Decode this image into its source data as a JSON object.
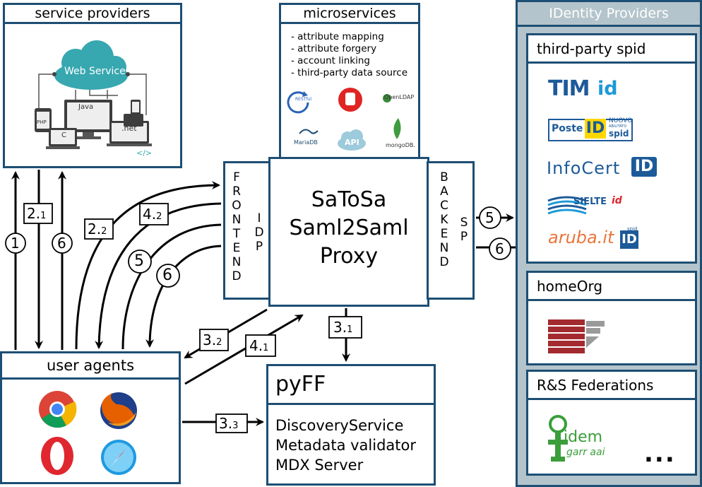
{
  "service_providers": {
    "title": "service providers",
    "cloud_label": "Web Service",
    "java": "Java",
    "php": "PHP",
    "c": "C",
    "net": ".net",
    "code_tag": "</>"
  },
  "microservices": {
    "title": "microservices",
    "items": [
      "- attribute mapping",
      "- attribute forgery",
      "- account linking",
      "- third-party data source"
    ],
    "logos": {
      "restful": "RESTful",
      "openldap": "OpenLDAP",
      "mariadb": "MariaDB",
      "api": "API",
      "mongodb": "mongoDB."
    }
  },
  "proxy": {
    "line1": "SaToSa",
    "line2": "Saml2Saml",
    "line3": "Proxy"
  },
  "frontend": {
    "word": [
      "F",
      "R",
      "O",
      "N",
      "T",
      "E",
      "N",
      "D"
    ],
    "sub": [
      "I",
      "D",
      "P"
    ]
  },
  "backend": {
    "word": [
      "B",
      "A",
      "C",
      "K",
      "E",
      "N",
      "D"
    ],
    "sub": [
      "S",
      "P"
    ]
  },
  "user_agents": {
    "title": "user agents"
  },
  "pyff": {
    "title": "pyFF",
    "items": [
      "DiscoveryService",
      "Metadata validator",
      "MDX Server"
    ]
  },
  "identity_providers": {
    "title": "IDentity Providers",
    "third_party": {
      "title": "third-party spid",
      "tim": "TIM",
      "tim_id": "id",
      "poste": "Poste",
      "poste_id": "ID",
      "nuovo": "NUOVO",
      "abilitato": "ABILITATO",
      "spid": "spid",
      "infocert": "InfoCert",
      "infocert_id": "ID",
      "sielte": "SIELTE",
      "sielte_id": "id",
      "aruba": "aruba.it",
      "aruba_spid": "spid",
      "aruba_id": "ID"
    },
    "home_org": {
      "title": "homeOrg"
    },
    "rs_fed": {
      "title": "R&S Federations",
      "idem": "idem",
      "garr": "garr aai",
      "ellipsis": "..."
    }
  },
  "steps": {
    "s1": "1",
    "s2_1": "2.",
    "s2_1_sub": "1",
    "s6_left": "6",
    "s2_2": "2.",
    "s2_2_sub": "2",
    "s4_2": "4.",
    "s4_2_sub": "2",
    "s5_left": "5",
    "s6_mid": "6",
    "s3_2": "3.",
    "s3_2_sub": "2",
    "s4_1": "4.",
    "s4_1_sub": "1",
    "s3_1": "3.",
    "s3_1_sub": "1",
    "s3_3": "3.",
    "s3_3_sub": "3",
    "s5_right": "5",
    "s6_right": "6"
  },
  "colors": {
    "frame": "#1d4e73",
    "idp_panel": "#b4c4cc",
    "idp_title_text": "#ffffff",
    "tim_blue": "#1d5a99",
    "poste_yellow": "#ffd700",
    "aruba_orange": "#e8763a",
    "idem_green": "#3a9e3a",
    "cloud": "#37a7b0",
    "home_red": "#a32a2f"
  }
}
